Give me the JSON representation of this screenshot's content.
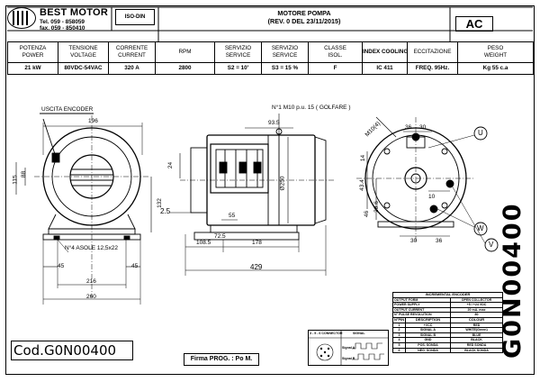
{
  "header": {
    "brand": "BEST MOTOR",
    "tel": "Tel. 059 - 858059",
    "fax": "fax. 059 - 850410",
    "iso": "ISO-DIN",
    "title_line1": "MOTORE POMPA",
    "title_line2": "(REV. 0 DEL 23/11/2015)",
    "ac_badge": "AC"
  },
  "specs": {
    "headers": [
      [
        "POTENZA",
        "POWER"
      ],
      [
        "TENSIONE",
        "VOLTAGE"
      ],
      [
        "CORRENTE",
        "CURRENT"
      ],
      [
        "RPM",
        ""
      ],
      [
        "SERVIZIO",
        "SERVICE"
      ],
      [
        "SERVIZIO",
        "SERVICE"
      ],
      [
        "CLASSE",
        "ISOL."
      ],
      [
        "INDEX COOLING",
        ""
      ],
      [
        "ECCITAZIONE",
        ""
      ],
      [
        "PESO",
        "WEIGHT"
      ]
    ],
    "values": [
      "21 kW",
      "80VDC-54VAC",
      "320 A",
      "2800",
      "S2 = 10'",
      "S3 = 15 %",
      "F",
      "IC 411",
      "FREQ. 95Hz.",
      "Kg 55 c.a"
    ]
  },
  "drawing": {
    "left_view": {
      "uscita_encoder": "USCITA ENCODER",
      "d196": "196",
      "d88": "88",
      "d115": "115",
      "d132": "132",
      "d25": "2.5",
      "asole": "N°4 ASOLE 12,5x22",
      "d45a": "45",
      "d45b": "45",
      "d216": "216",
      "d260": "260"
    },
    "side_view": {
      "golfare": "N°1 M10 p.u. 15 ( GOLFARE )",
      "d935": "93.5",
      "d24": "24",
      "d250": "Ø250",
      "d725": "72.5",
      "d55": "55",
      "d1085": "108.5",
      "d178": "178",
      "d429": "429"
    },
    "right_view": {
      "m10": "M10(4)",
      "d36": "36",
      "d30a": "30",
      "d14": "14",
      "d434": "43.4",
      "d46": "46",
      "d286": "28.6",
      "d10": "10",
      "d30b": "30",
      "d36b": "36",
      "u": "U",
      "w": "W",
      "v": "V"
    }
  },
  "encoder": {
    "title": "INCREMENTAL ENCODER",
    "rows": [
      [
        "OUTPUT FORM",
        "OPEN COLLECTOR"
      ],
      [
        "POWER SUPPLY",
        "+5 / +24 VDC"
      ],
      [
        "OUTPUT CURRENT",
        "20 mA. max"
      ],
      [
        "N° PULSE REVOLUTION",
        "80"
      ]
    ],
    "pin_header": [
      "N°PIN",
      "DESCRIPTION",
      "COLOUR"
    ],
    "pins": [
      [
        "1",
        "+VCC",
        "RED"
      ],
      [
        "2",
        "SIGNAL A",
        "WHITE(Green)"
      ],
      [
        "3",
        "SIGNAL B",
        "BLUE"
      ],
      [
        "4",
        "GND",
        "BLACK"
      ],
      [
        "5",
        "POS. SONDA",
        "RED SONDA"
      ],
      [
        "6",
        "NEG. SONDA",
        "BLACK SONDA"
      ]
    ],
    "connector_label": "3 - 5 - 6 CONNECTOR",
    "signal_label": "SIGNAL",
    "signal_a": "Signal A",
    "signal_b": "Signal B"
  },
  "footer": {
    "code": "Cod.G0N00400",
    "firma": "Firma PROG. : Po M.",
    "vertical_code": "G0N00400"
  }
}
